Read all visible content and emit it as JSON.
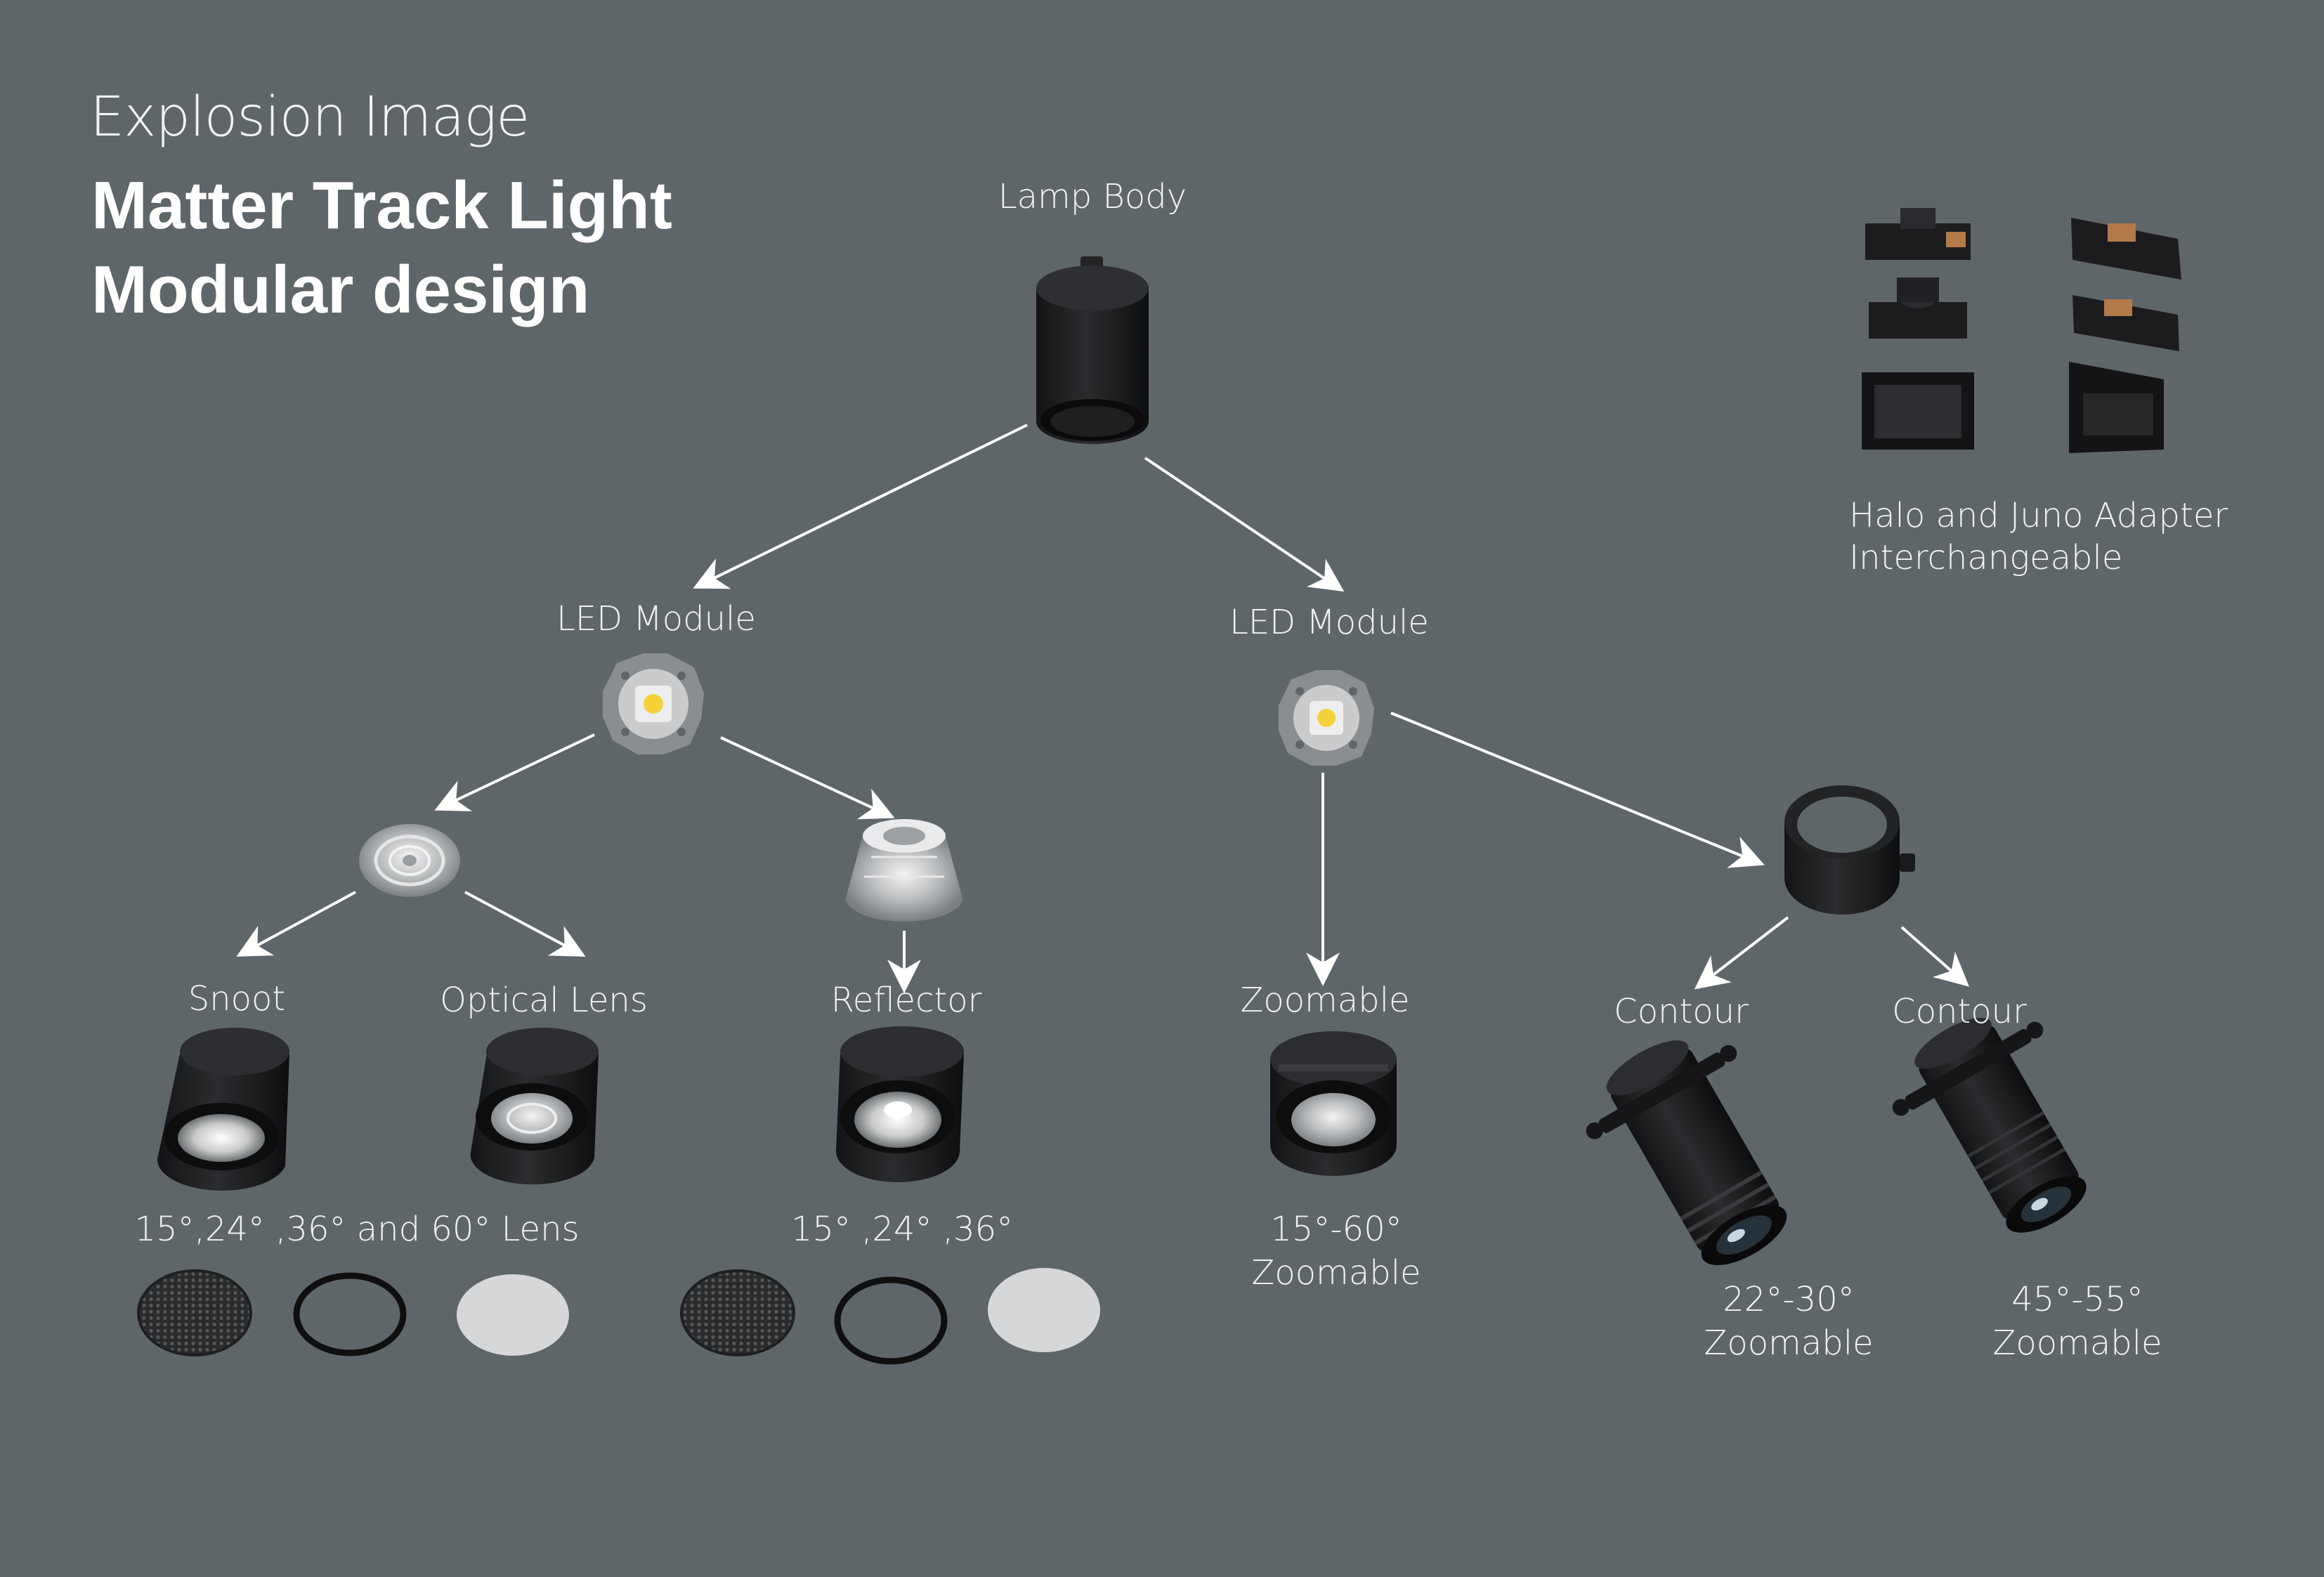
{
  "header": {
    "eyebrow": "Explosion Image",
    "title_line1": "Matter Track Light",
    "title_line2": "Modular design"
  },
  "nodes": {
    "lamp_body": "Lamp Body",
    "led_module_left": "LED Module",
    "led_module_right": "LED Module",
    "snoot": "Snoot",
    "optical_lens": "Optical Lens",
    "reflector": "Reflector",
    "zoomable": "Zoomable",
    "contour_left": "Contour",
    "contour_right": "Contour"
  },
  "captions": {
    "lens_options": "15°,24° ,36° and 60° Lens",
    "reflector_options": "15° ,24° ,36°",
    "zoom_range": "15°-60°",
    "zoom_word": "Zoomable",
    "contour_left_range": "22°-30°",
    "contour_left_word": "Zoomable",
    "contour_right_range": "45°-55°",
    "contour_right_word": "Zoomable"
  },
  "adapter": {
    "line1": "Halo and Juno Adapter",
    "line2": "Interchangeable"
  },
  "colors": {
    "background": "#5f6669",
    "arrow": "#ffffff",
    "body_black": "#1c1c1e",
    "text": "#f2f2f2"
  }
}
